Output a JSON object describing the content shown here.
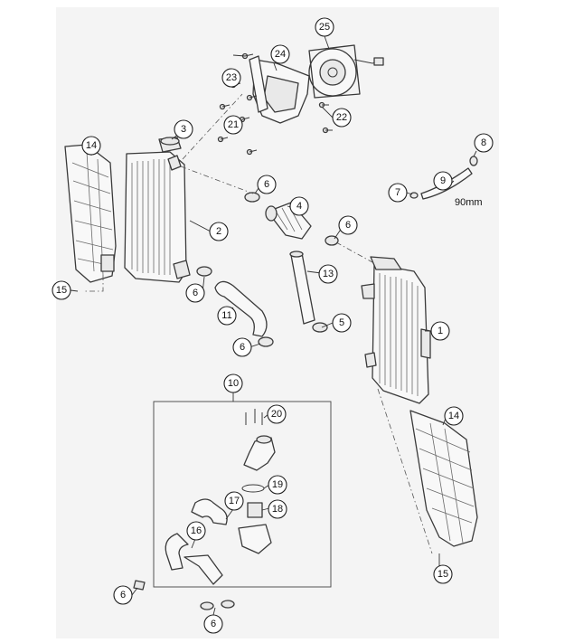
{
  "diagram": {
    "callouts": [
      {
        "id": "c1",
        "label": "1"
      },
      {
        "id": "c2",
        "label": "2"
      },
      {
        "id": "c3",
        "label": "3"
      },
      {
        "id": "c4",
        "label": "4"
      },
      {
        "id": "c5",
        "label": "5"
      },
      {
        "id": "c6a",
        "label": "6"
      },
      {
        "id": "c6b",
        "label": "6"
      },
      {
        "id": "c6c",
        "label": "6"
      },
      {
        "id": "c6d",
        "label": "6"
      },
      {
        "id": "c6e",
        "label": "6"
      },
      {
        "id": "c6f",
        "label": "6"
      },
      {
        "id": "c7",
        "label": "7"
      },
      {
        "id": "c8",
        "label": "8"
      },
      {
        "id": "c9",
        "label": "9"
      },
      {
        "id": "c10",
        "label": "10"
      },
      {
        "id": "c11",
        "label": "11"
      },
      {
        "id": "c13",
        "label": "13"
      },
      {
        "id": "c14a",
        "label": "14"
      },
      {
        "id": "c14b",
        "label": "14"
      },
      {
        "id": "c15a",
        "label": "15"
      },
      {
        "id": "c15b",
        "label": "15"
      },
      {
        "id": "c16",
        "label": "16"
      },
      {
        "id": "c17",
        "label": "17"
      },
      {
        "id": "c18",
        "label": "18"
      },
      {
        "id": "c19",
        "label": "19"
      },
      {
        "id": "c20",
        "label": "20"
      },
      {
        "id": "c21",
        "label": "21"
      },
      {
        "id": "c22",
        "label": "22"
      },
      {
        "id": "c23",
        "label": "23"
      },
      {
        "id": "c24",
        "label": "24"
      },
      {
        "id": "c25",
        "label": "25"
      }
    ],
    "hose_length_note": "90mm"
  }
}
